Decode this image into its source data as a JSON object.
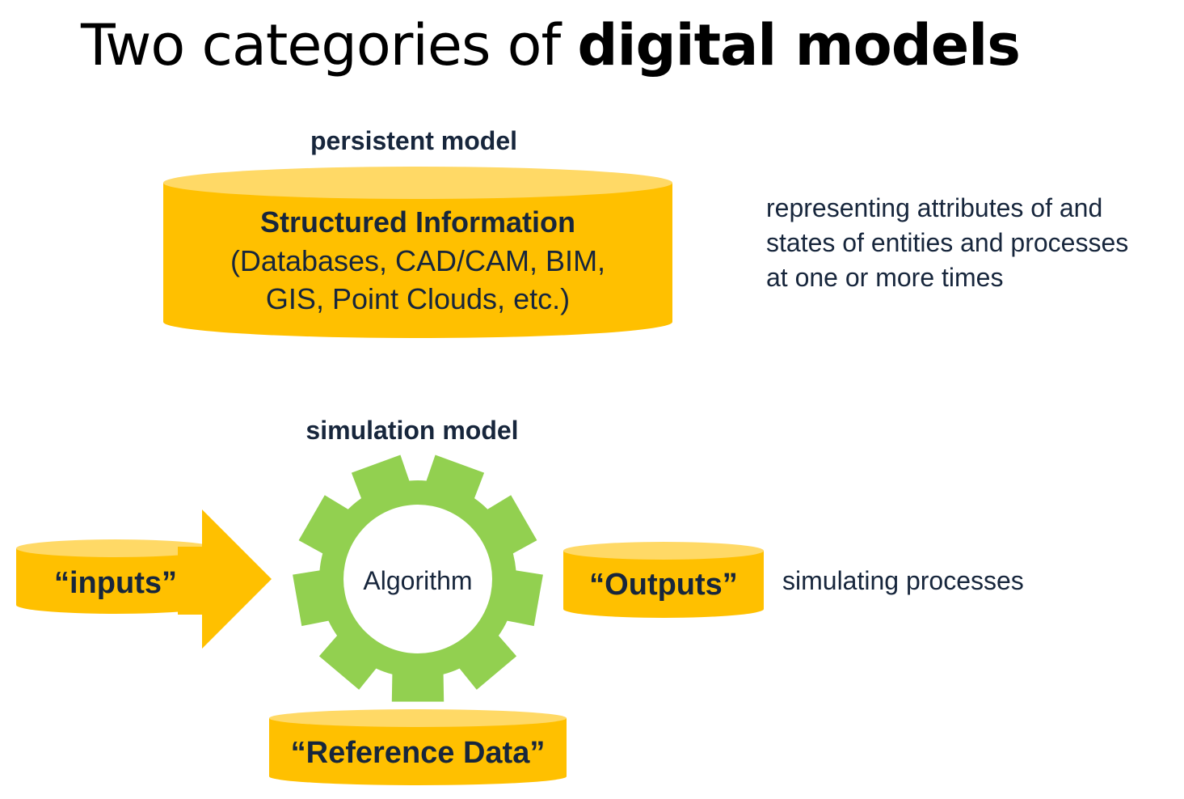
{
  "title": {
    "plain": "Two categories of ",
    "emphasis": "digital models"
  },
  "persistent": {
    "label": "persistent model",
    "box_heading": "Structured Information",
    "box_line1": "(Databases, CAD/CAM, BIM,",
    "box_line2": "GIS, Point Clouds, etc.)",
    "description_line1": "representing attributes of and",
    "description_line2": "states of entities and processes",
    "description_line3": "at one or more times"
  },
  "simulation": {
    "label": "simulation model",
    "inputs_label": "“inputs”",
    "algorithm_label": "Algorithm",
    "outputs_label": "“Outputs”",
    "reference_label": "“Reference Data”",
    "description": "simulating processes"
  },
  "colors": {
    "cylinder_fill": "#ffc000",
    "cylinder_top": "#ffd966",
    "gear_fill": "#92d050",
    "text_dark": "#17263c"
  },
  "icons": {
    "gear": "gear-icon",
    "arrow": "right-arrow-icon",
    "cylinder": "database-cylinder-icon"
  }
}
